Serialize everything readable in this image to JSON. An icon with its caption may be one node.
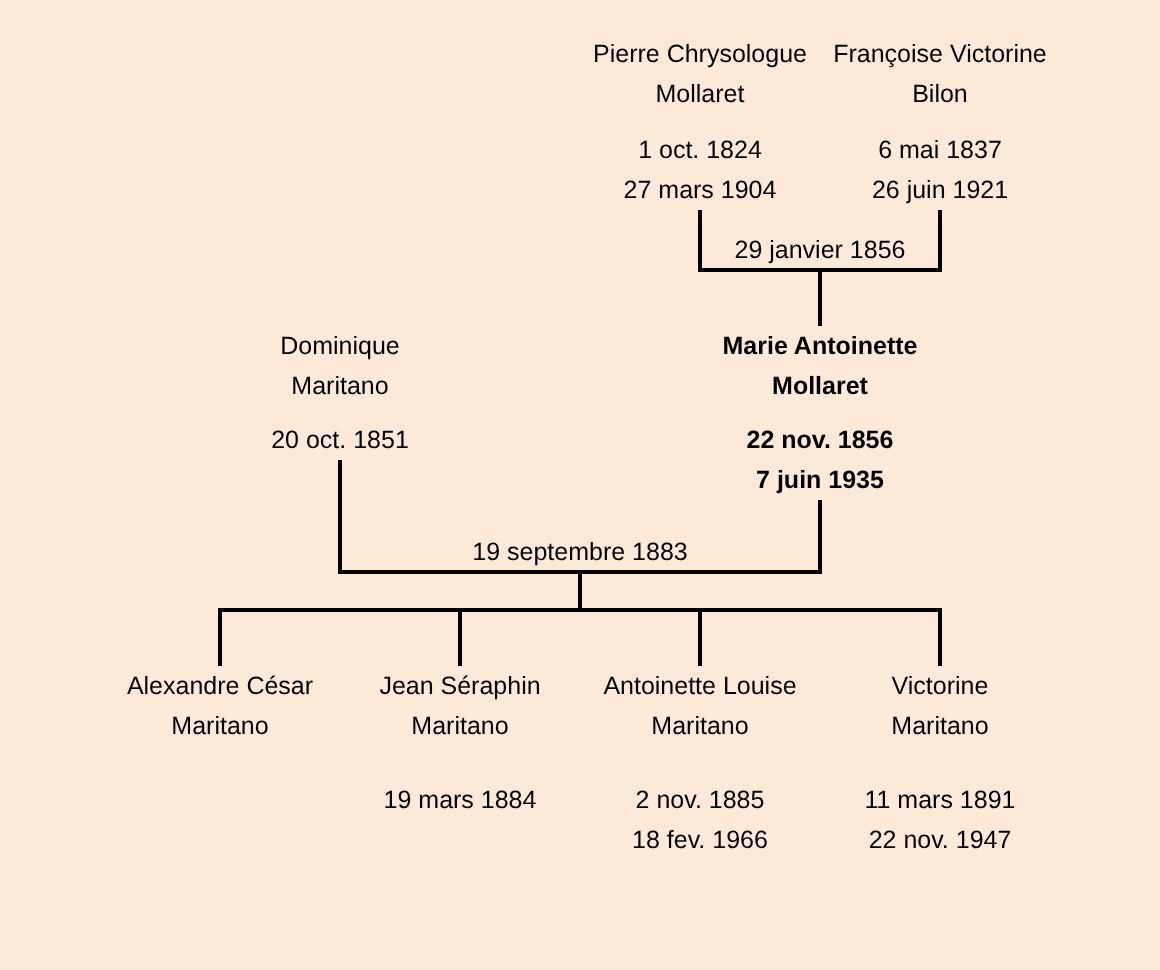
{
  "diagram": {
    "nodes": [
      {
        "text": [
          "Pierre Chrysologue Mollaret",
          "1 oct. 1824",
          "27 mars 1904"
        ]
      },
      {
        "text": [
          "Françoise Victorine Bilon",
          "6 mai 1837",
          "26 juin 1921"
        ]
      },
      {
        "text": [
          "29 janvier 1856"
        ]
      },
      {
        "text": [
          "Marie Antoinette Mollaret",
          "22 nov. 1856",
          "7 juin 1935"
        ]
      },
      {
        "text": [
          "Dominique Maritano",
          "20 oct. 1851"
        ]
      },
      {
        "text": [
          "19 septembre 1883"
        ]
      },
      {
        "text": [
          "Alexandre César Maritano"
        ]
      },
      {
        "text": [
          "Jean Séraphin Maritano",
          "19 mars 1884"
        ]
      },
      {
        "text": [
          "Antoinette Louise Maritano",
          "2 nov. 1885",
          "18 fev. 1966"
        ]
      },
      {
        "text": [
          "Victorine Maritano",
          "11 mars 1891",
          "22 nov. 1947"
        ]
      }
    ],
    "edges": [
      {
        "from": 0,
        "to": 2,
        "arrow": "none"
      },
      {
        "from": 1,
        "to": 2,
        "arrow": "none"
      },
      {
        "from": 2,
        "to": 3,
        "arrow": "none"
      },
      {
        "from": 4,
        "to": 5,
        "arrow": "none"
      },
      {
        "from": 3,
        "to": 5,
        "arrow": "none"
      },
      {
        "from": 5,
        "to": 6,
        "arrow": "none"
      },
      {
        "from": 5,
        "to": 7,
        "arrow": "none"
      },
      {
        "from": 5,
        "to": 8,
        "arrow": "none"
      },
      {
        "from": 5,
        "to": 9,
        "arrow": "none"
      }
    ]
  }
}
